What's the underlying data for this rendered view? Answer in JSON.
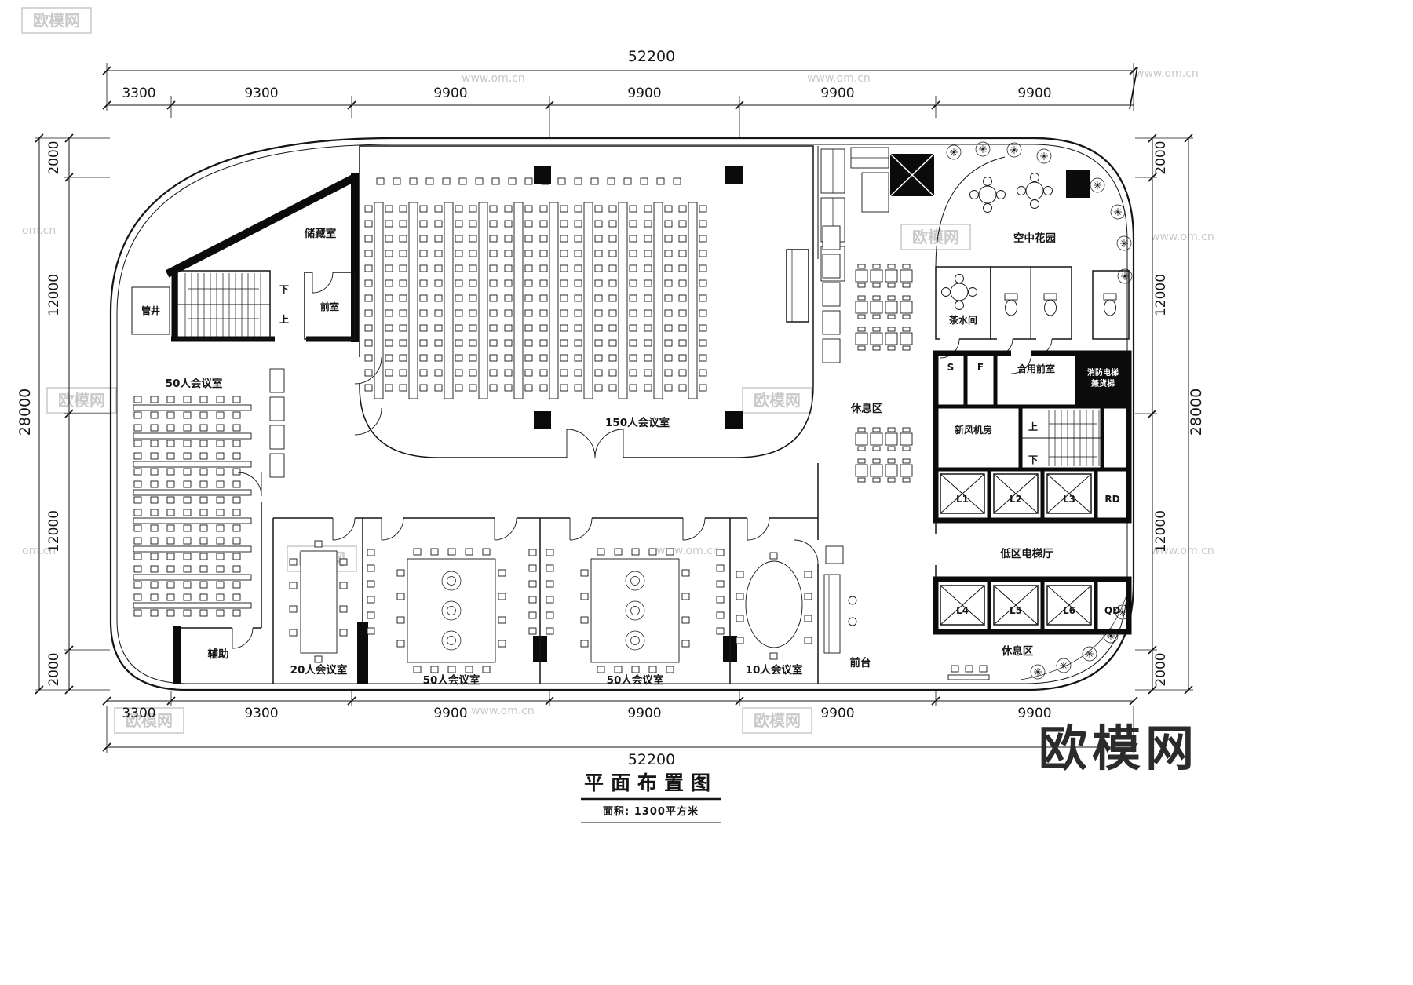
{
  "drawing": {
    "title": "平面布置图",
    "area": "面积: 1300平方米"
  },
  "watermarks": {
    "brand": "欧模网",
    "site": "www.om.cn",
    "site_short": "om.cn",
    "logo": "欧模网"
  },
  "dims": {
    "total_width": "52200",
    "total_height": "28000",
    "width_segments": [
      "3300",
      "9300",
      "9900",
      "9900",
      "9900",
      "9900"
    ],
    "height_segments": [
      "2000",
      "12000",
      "12000",
      "2000"
    ]
  },
  "rooms": {
    "storage": "储藏室",
    "pipe_shaft": "管井",
    "anteroom": "前室",
    "meeting_50_left": "50人会议室",
    "meeting_150": "150人会议室",
    "sky_garden": "空中花园",
    "tea_room": "茶水间",
    "rest_area_mid": "休息区",
    "shared_anteroom": "合用前室",
    "fire_elevator_line1": "消防电梯",
    "fire_elevator_line2": "兼货梯",
    "fresh_air_room": "新风机房",
    "low_lift_hall": "低区电梯厅",
    "rest_area_right": "休息区",
    "auxiliary": "辅助",
    "meeting_20": "20人会议室",
    "meeting_50_b1": "50人会议室",
    "meeting_50_b2": "50人会议室",
    "meeting_10": "10人会议室",
    "front_desk": "前台"
  },
  "marks": {
    "up": "上",
    "down": "下",
    "l1": "L1",
    "l2": "L2",
    "l3": "L3",
    "l4": "L4",
    "l5": "L5",
    "l6": "L6",
    "rd": "RD",
    "qd": "QD",
    "s": "S",
    "f": "F"
  }
}
